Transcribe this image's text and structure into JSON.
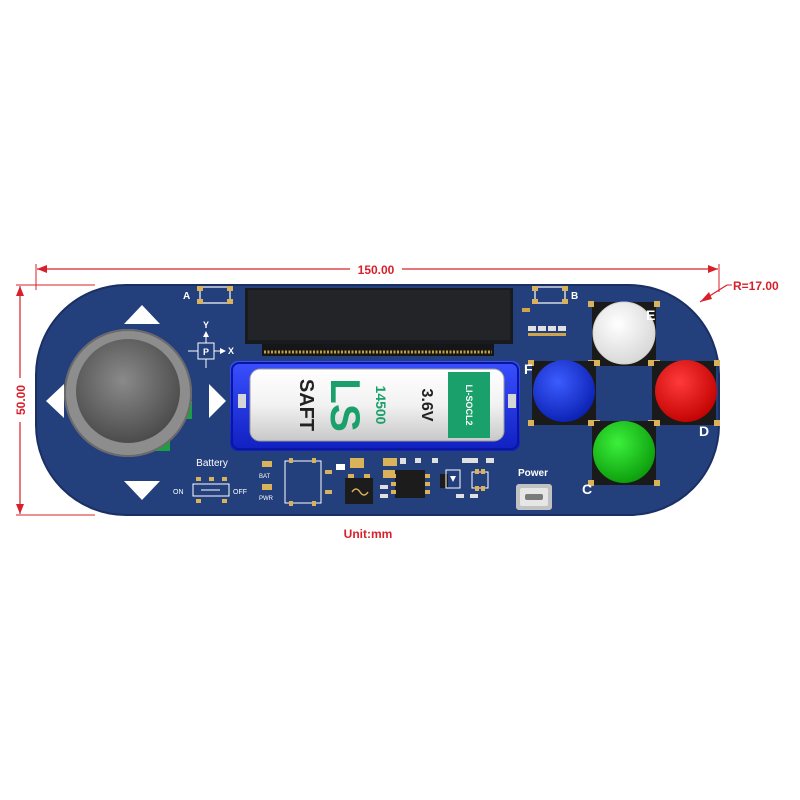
{
  "dimensions": {
    "width": "150.00",
    "height": "50.00",
    "radius": "R=17.00",
    "unit": "Unit:mm"
  },
  "labels": {
    "pad_a": "A",
    "pad_b": "B",
    "axis_y": "Y",
    "axis_x": "X",
    "axis_p": "P",
    "battery": "Battery",
    "on": "ON",
    "off": "OFF",
    "bat": "BAT",
    "pwr": "PWR",
    "power": "Power",
    "btn_c": "C",
    "btn_d": "D",
    "btn_e": "E",
    "btn_f": "F"
  },
  "battery_cell": {
    "brand": "SAFT",
    "series": "LS",
    "model": "14500",
    "voltage": "3.6V",
    "chemistry": "LI-SOCL2"
  },
  "colors": {
    "board": "#233f7c",
    "dimension": "#d8202a",
    "button_e": "#ffffff",
    "button_f": "#1030d8",
    "button_d": "#e01010",
    "button_c": "#10c010",
    "battery_label": "#1aa06a"
  }
}
